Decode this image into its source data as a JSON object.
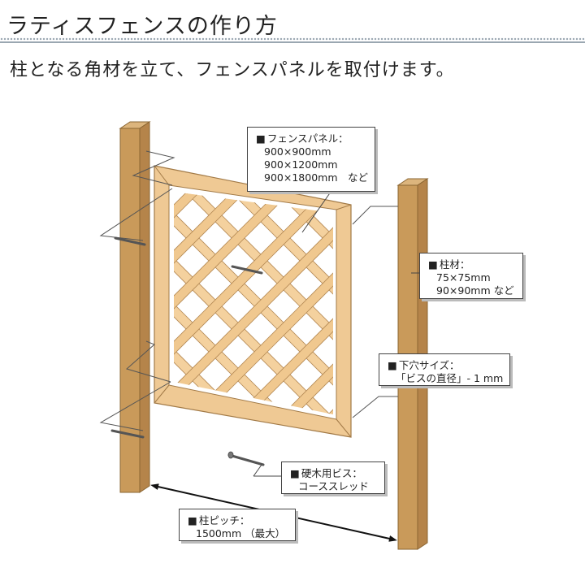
{
  "title": "ラティスフェンスの作り方",
  "subtitle": "柱となる角材を立て、フェンスパネルを取付けます。",
  "callouts": {
    "panel": {
      "heading": "フェンスパネル：",
      "lines": [
        "900×900mm",
        "900×1200mm",
        "900×1800mm　など"
      ]
    },
    "post": {
      "heading": "柱材：",
      "lines": [
        "75×75mm",
        "90×90mm など"
      ]
    },
    "pilot_hole": {
      "heading": "下穴サイズ：",
      "lines": [
        "「ビスの直径」- 1 mm"
      ]
    },
    "screw": {
      "heading": "硬木用ビス：",
      "lines": [
        "コーススレッド"
      ]
    },
    "pitch": {
      "heading": "柱ピッチ：",
      "lines": [
        "1500mm （最大）"
      ]
    }
  },
  "colors": {
    "post_front": "#c99a5a",
    "post_side": "#b5844a",
    "post_top": "#dcb57d",
    "lattice": "#f4d19e",
    "lattice_edge": "#b58a55",
    "frame": "#efc994"
  }
}
